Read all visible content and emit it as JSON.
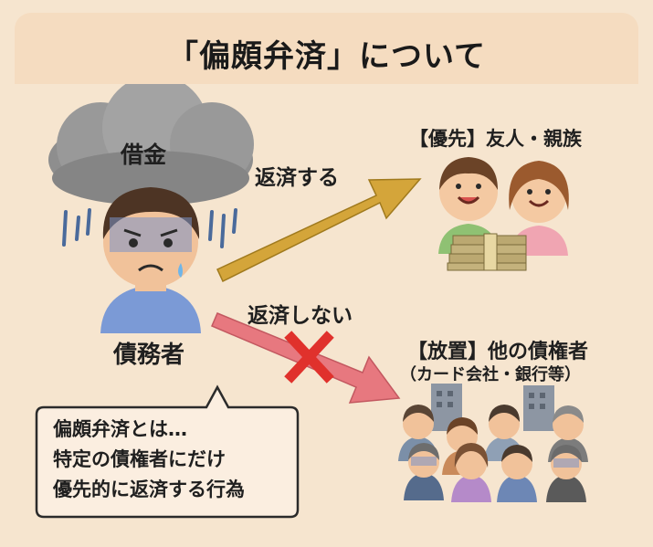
{
  "title": "「偏頗弁済」について",
  "debtor": {
    "cloud_label": "借金",
    "label": "債務者"
  },
  "paths": {
    "repay_label": "返済する",
    "no_repay_label": "返済しない"
  },
  "priority": {
    "label": "【優先】友人・親族"
  },
  "neglect": {
    "label": "【放置】他の債権者",
    "sublabel": "（カード会社・銀行等）"
  },
  "note": {
    "lines": [
      "偏頗弁済とは…",
      "特定の債権者にだけ",
      "優先的に返済する行為"
    ]
  },
  "colors": {
    "gold_arrow": "#d4a53a",
    "pink_arrow": "#e7787f",
    "cross": "#e0312c",
    "title_bar": "#f5dcc0"
  }
}
